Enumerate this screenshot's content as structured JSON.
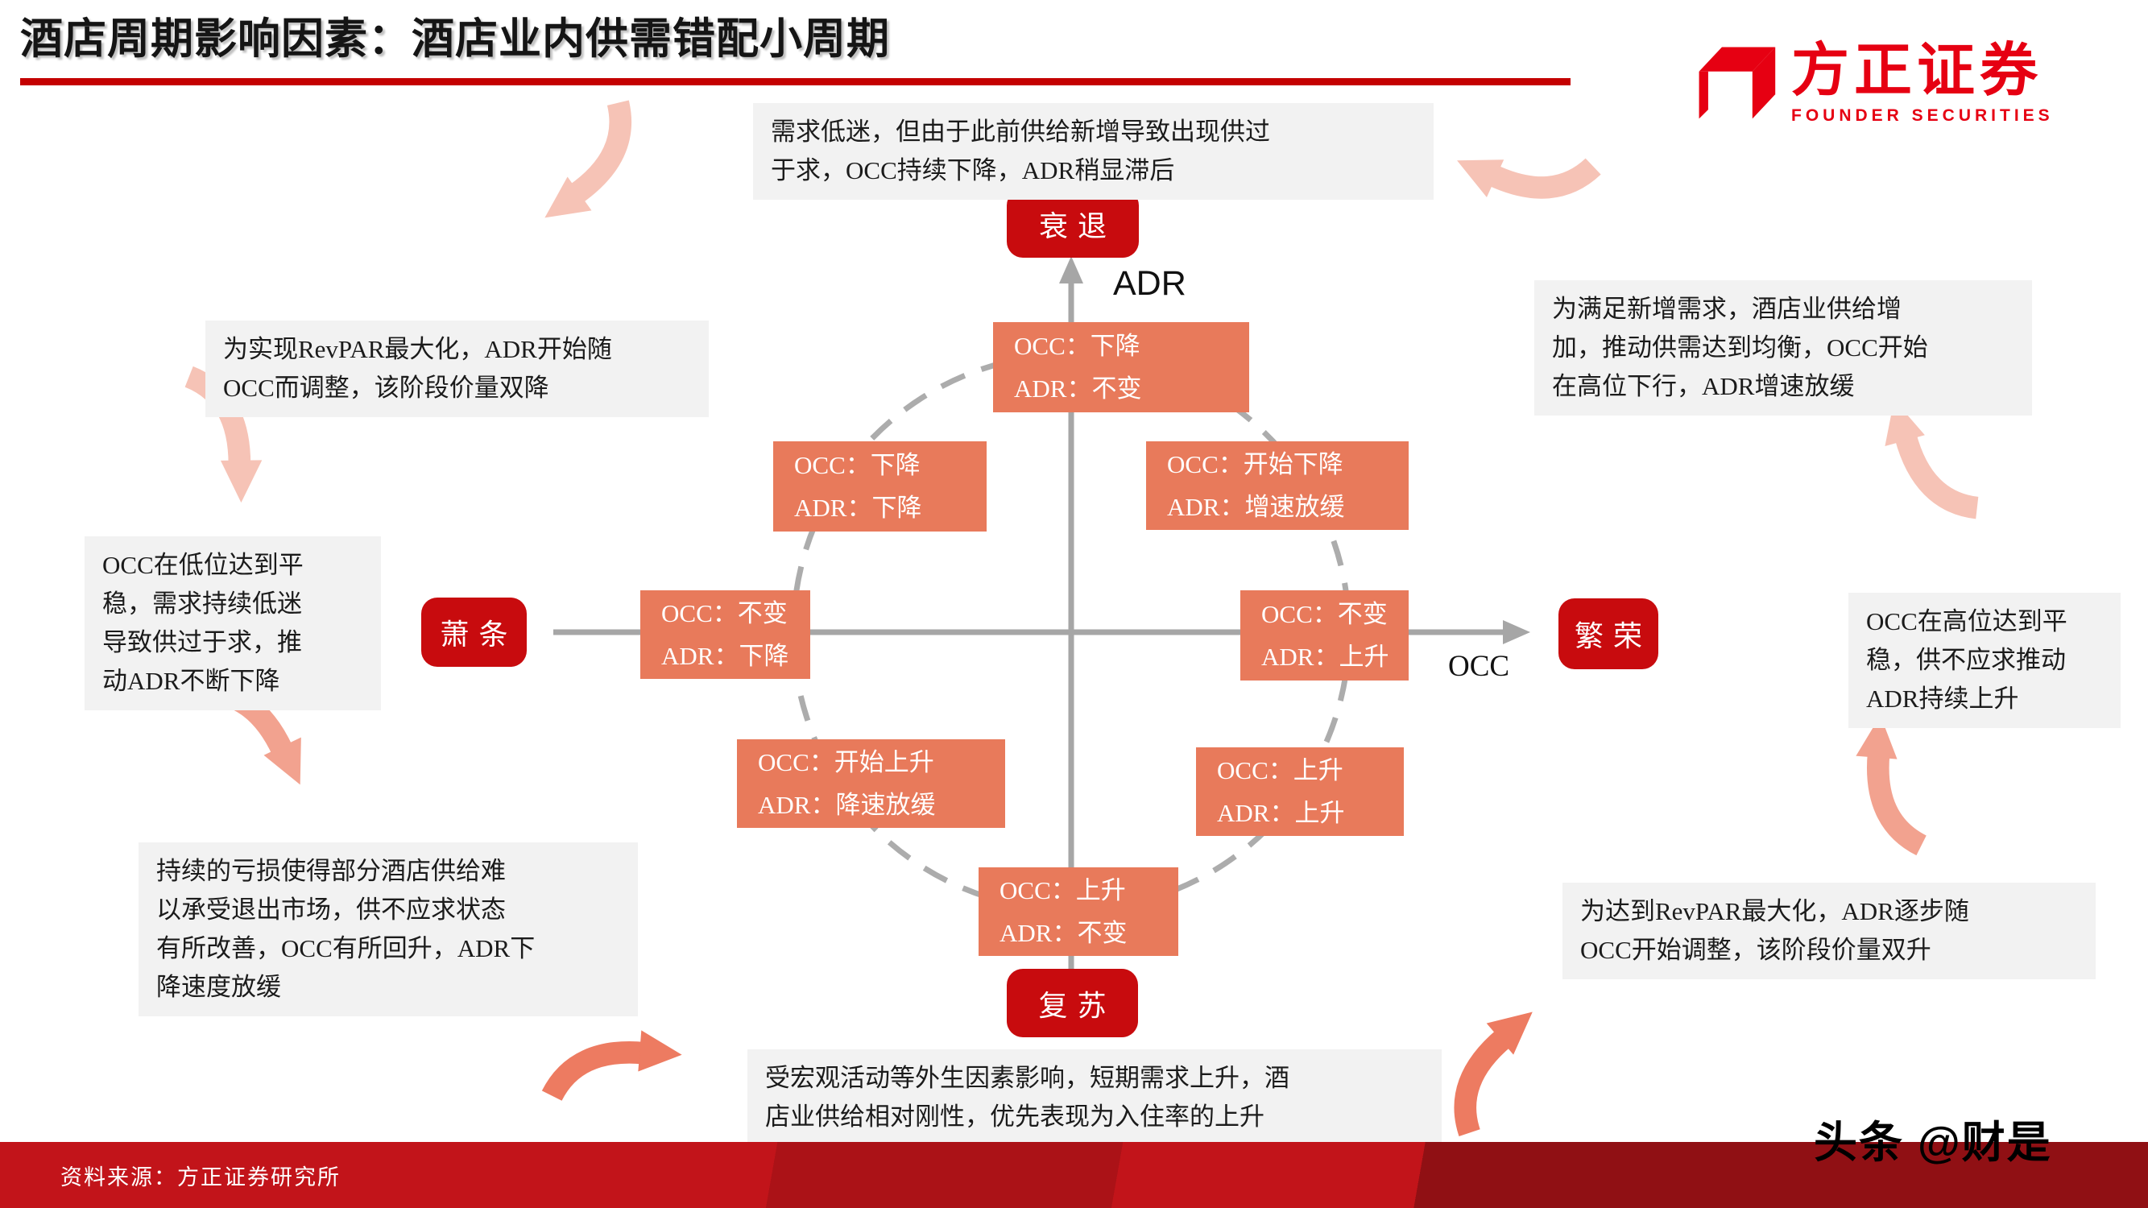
{
  "title": "酒店周期影响因素：酒店业内供需错配小周期",
  "logo": {
    "name": "方正证券",
    "subtitle": "FOUNDER SECURITIES"
  },
  "diagram": {
    "y_axis_label": "ADR",
    "x_axis_label": "OCC",
    "stages": {
      "recession": "衰退",
      "depression": "萧条",
      "prosperity": "繁荣",
      "recovery": "复苏"
    },
    "states": {
      "top": [
        "OCC：下降",
        "ADR：不变"
      ],
      "upper_left": [
        "OCC：下降",
        "ADR：下降"
      ],
      "upper_right": [
        "OCC：开始下降",
        "ADR：增速放缓"
      ],
      "left": [
        "OCC：不变",
        "ADR：下降"
      ],
      "right": [
        "OCC：不变",
        "ADR：上升"
      ],
      "lower_left": [
        "OCC：开始上升",
        "ADR：降速放缓"
      ],
      "lower_right": [
        "OCC：上升",
        "ADR：上升"
      ],
      "bottom": [
        "OCC：上升",
        "ADR：不变"
      ]
    }
  },
  "annotations": {
    "top": "需求低迷，但由于此前供给新增导致出现供过\n于求，OCC持续下降，ADR稍显滞后",
    "top_left": "为实现RevPAR最大化，ADR开始随\nOCC而调整，该阶段价量双降",
    "left": "OCC在低位达到平\n稳，需求持续低迷\n导致供过于求，推\n动ADR不断下降",
    "bottom_left": "持续的亏损使得部分酒店供给难\n以承受退出市场，供不应求状态\n有所改善，OCC有所回升，ADR下\n降速度放缓",
    "bottom": "受宏观活动等外生因素影响，短期需求上升，酒\n店业供给相对刚性，优先表现为入住率的上升",
    "top_right": "为满足新增需求，酒店业供给增\n加，推动供需达到均衡，OCC开始\n在高位下行，ADR增速放缓",
    "right": "OCC在高位达到平\n稳，供不应求推动\nADR持续上升",
    "bottom_right": "为达到RevPAR最大化，ADR逐步随\nOCC开始调整，该阶段价量双升"
  },
  "footer": {
    "source": "资料来源：方正证券研究所"
  },
  "watermark": "头条 @财是",
  "colors": {
    "brand_red": "#E60012",
    "stage_red": "#C80B0E",
    "state_orange": "#E87A5B",
    "axis_gray": "#A6A6A6",
    "note_bg": "#F2F2F2",
    "footer_red": "#B01218",
    "title_rule_red": "#C40000",
    "arrow_pink_light": "#F6C3B6",
    "arrow_pink_mid": "#F2A28F",
    "arrow_pink_dark": "#ED7B61"
  }
}
